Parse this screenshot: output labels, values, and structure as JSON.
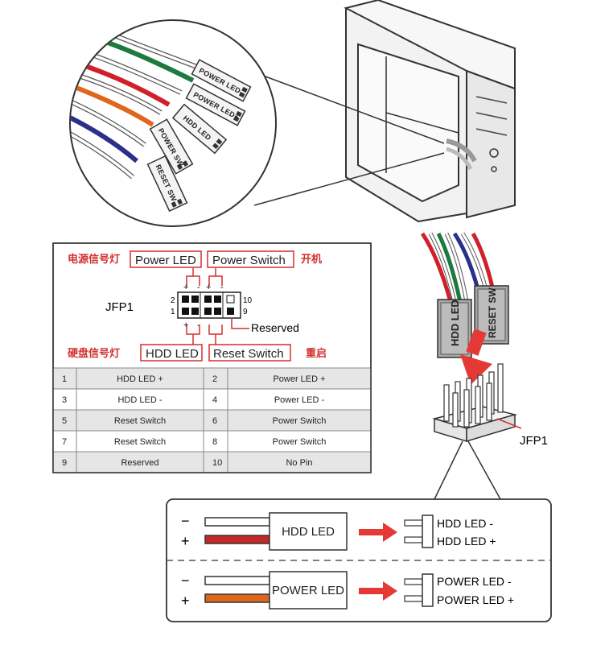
{
  "cable_labels": {
    "power_led_minus": "POWER LED-",
    "power_led_plus": "POWER LED+",
    "hdd_led": "HDD LED",
    "power_sw": "POWER SW",
    "reset_sw": "RESET SW"
  },
  "header": {
    "label_power_led_cn": "电源信号灯",
    "power_led": "Power LED",
    "power_switch": "Power Switch",
    "label_power_switch_cn": "开机",
    "connector_name": "JFP1",
    "pin_2": "2",
    "pin_1": "1",
    "pin_10": "10",
    "pin_9": "9",
    "plus_sign": "+",
    "minus_sign": "-",
    "reserved": "Reserved",
    "label_hdd_led_cn": "硬盘信号灯",
    "hdd_led": "HDD LED",
    "reset_switch": "Reset Switch",
    "label_reset_cn": "重启"
  },
  "pin_table": [
    {
      "pin_a": "1",
      "name_a": "HDD LED +",
      "pin_b": "2",
      "name_b": "Power LED +"
    },
    {
      "pin_a": "3",
      "name_a": "HDD LED -",
      "pin_b": "4",
      "name_b": "Power LED -"
    },
    {
      "pin_a": "5",
      "name_a": "Reset Switch",
      "pin_b": "6",
      "name_b": "Power Switch"
    },
    {
      "pin_a": "7",
      "name_a": "Reset Switch",
      "pin_b": "8",
      "name_b": "Power Switch"
    },
    {
      "pin_a": "9",
      "name_a": "Reserved",
      "pin_b": "10",
      "name_b": "No Pin"
    }
  ],
  "connector_block": {
    "hdd_led_vertical": "HDD LED",
    "reset_sw_vertical": "RESET SW",
    "header_label": "JFP1"
  },
  "detail": {
    "hdd_minus_sign": "−",
    "hdd_plus_sign": "+",
    "hdd_block_label": "HDD LED",
    "hdd_minus": "HDD LED -",
    "hdd_plus": "HDD LED +",
    "power_minus_sign": "−",
    "power_plus_sign": "+",
    "power_block_label": "POWER LED",
    "power_minus": "POWER LED -",
    "power_plus": "POWER LED +"
  },
  "colors": {
    "accent_red": "#d32f2f",
    "wire_green": "#1b7a3c",
    "wire_red": "#d0202a",
    "wire_orange": "#e0661c",
    "wire_blue": "#2b2f8c",
    "wire_gray": "#888888"
  }
}
